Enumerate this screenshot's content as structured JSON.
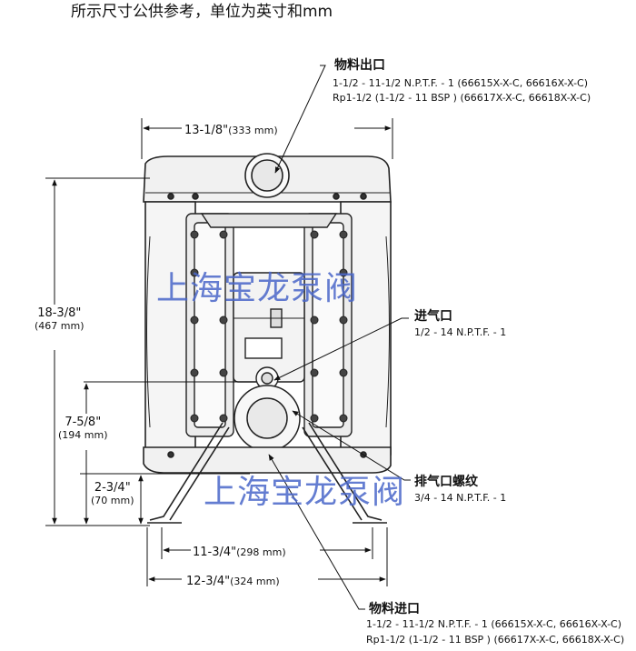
{
  "header": {
    "note_cn": "所示尺寸公供参考，单位为英寸和",
    "note_unit": "mm"
  },
  "callouts": {
    "outlet": {
      "title": "物料出口",
      "line1": "1-1/2 - 11-1/2 N.P.T.F. - 1 (66615X-X-C, 66616X-X-C)",
      "line2": "Rp1-1/2 (1-1/2 - 11 BSP ) (66617X-X-C, 66618X-X-C)"
    },
    "air_inlet": {
      "title": "进气口",
      "line1": "1/2 - 14 N.P.T.F. - 1"
    },
    "exhaust": {
      "title": "排气口螺纹",
      "line1": "3/4 - 14 N.P.T.F. - 1"
    },
    "inlet": {
      "title": "物料进口",
      "line1": "1-1/2 - 11-1/2 N.P.T.F. - 1 (66615X-X-C, 66616X-X-C)",
      "line2": "Rp1-1/2 (1-1/2 - 11 BSP ) (66617X-X-C, 66618X-X-C)"
    }
  },
  "dimensions": {
    "top_width": {
      "inch": "13-1/8\"",
      "mm": "(333 mm)"
    },
    "total_height": {
      "inch": "18-3/8\"",
      "mm": "(467 mm)"
    },
    "air_height": {
      "inch": "7-5/8\"",
      "mm": "(194 mm)"
    },
    "base_height": {
      "inch": "2-3/4\"",
      "mm": "(70 mm)"
    },
    "foot_inner": {
      "inch": "11-3/4\"",
      "mm": "(298 mm)"
    },
    "foot_outer": {
      "inch": "12-3/4\"",
      "mm": "(324 mm)"
    }
  },
  "watermark": {
    "upper": "上海宝龙泵阀",
    "lower": "上海宝龙泵阀",
    "color": "#4a67c9"
  }
}
